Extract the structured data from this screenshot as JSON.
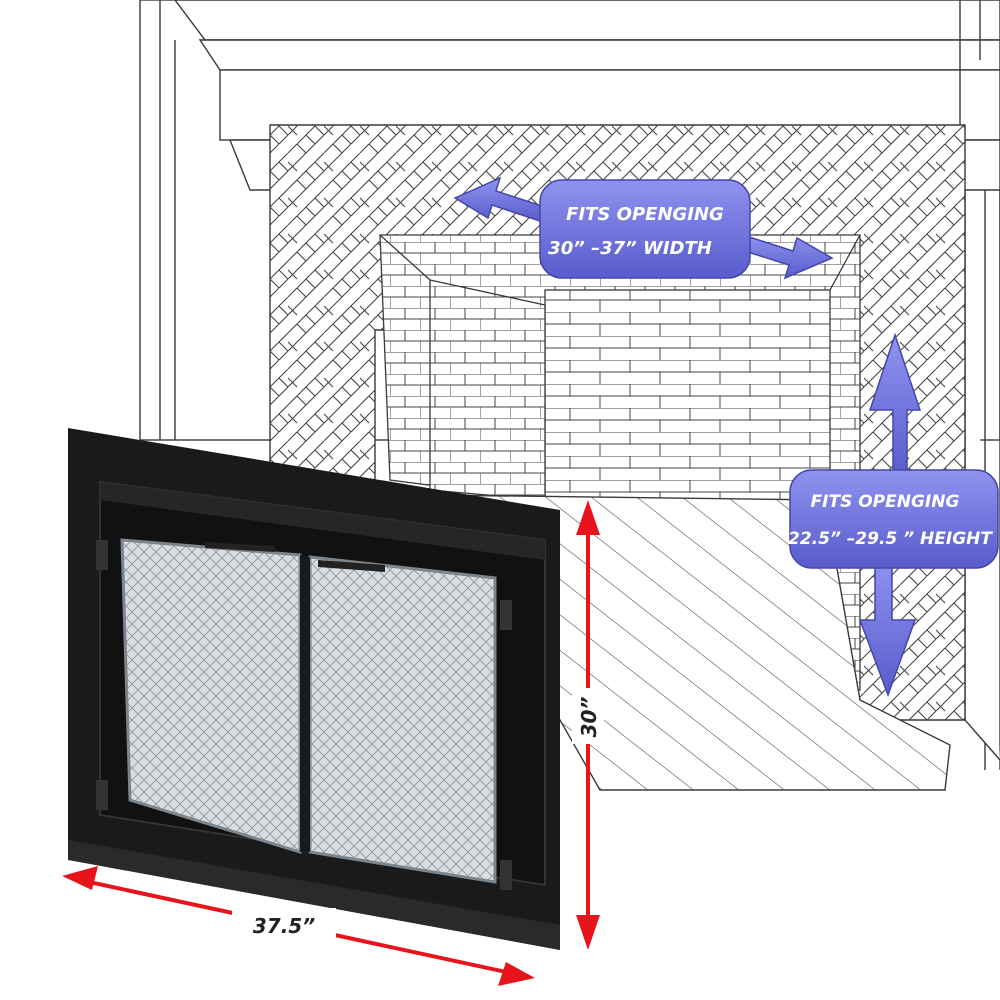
{
  "width_callout": {
    "line1": "FITS OPENGING",
    "line2": "30”  –37”  WIDTH"
  },
  "height_callout": {
    "line1": "FITS OPENGING",
    "line2": "22.5”  –29.5 ” HEIGHT"
  },
  "door_dimensions": {
    "width_label": "37.5”",
    "height_label": "30”"
  },
  "colors": {
    "callout_fill": "#6b6fe0",
    "callout_arrow": "#7d86e4",
    "dimension_arrow": "#e8141b",
    "door_frame": "#1a1a1a",
    "line_art": "#3a3a3a"
  }
}
